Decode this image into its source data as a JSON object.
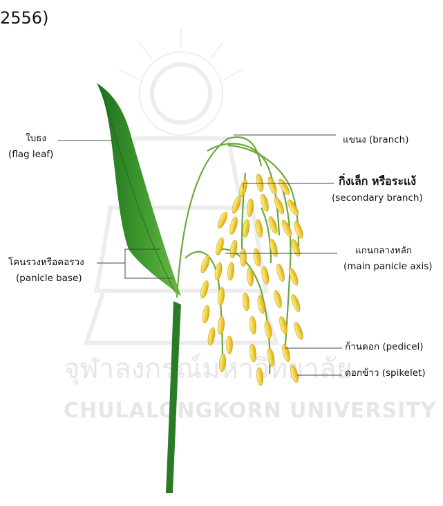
{
  "caption": "2556)",
  "labels": {
    "flag_leaf_th": "ใบธง",
    "flag_leaf_en": "(flag leaf)",
    "panicle_base_th": "โคนรวงหรือคอรวง",
    "panicle_base_en": "(panicle base)",
    "branch": "แขนง (branch)",
    "secondary_branch_th": "กิ่งเล็ก  หรือระแง้",
    "secondary_branch_en": "(secondary branch)",
    "main_axis_th": "แกนกลางหลัก",
    "main_axis_en": "(main panicle axis)",
    "pedicel": "ก้านดอก (pedicel)",
    "spikelet": "ดอกข้าว (spikelet)"
  },
  "watermark": {
    "line_th": "จุฬาลงกรณ์มหาวิทยาลัย",
    "line_en": "CHULALONGKORN UNIVERSITY"
  },
  "colors": {
    "leaf_dark": "#1f6e1f",
    "leaf_light": "#5fae3a",
    "stem": "#2d7d27",
    "grain": "#f2d33c",
    "grain_light": "#fbf2a0",
    "watermark": "#e8e8e8",
    "leader": "#444444"
  }
}
